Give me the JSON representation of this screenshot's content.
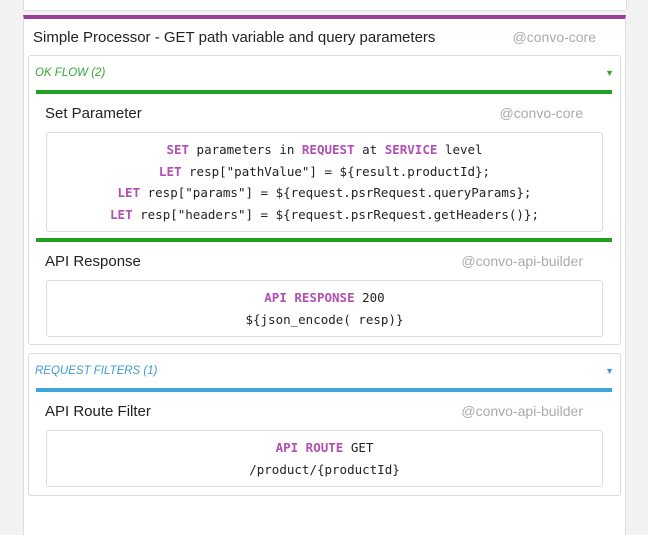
{
  "processor": {
    "title": "Simple Processor - GET path variable and query parameters",
    "owner": "@convo-core"
  },
  "ok_flow": {
    "label": "OK FLOW (2)",
    "steps": [
      {
        "title": "Set Parameter",
        "owner": "@convo-core",
        "code": [
          [
            {
              "kw": true,
              "t": "SET"
            },
            {
              "kw": false,
              "t": " parameters in "
            },
            {
              "kw": true,
              "t": "REQUEST"
            },
            {
              "kw": false,
              "t": " at "
            },
            {
              "kw": true,
              "t": "SERVICE"
            },
            {
              "kw": false,
              "t": " level"
            }
          ],
          [
            {
              "kw": true,
              "t": "LET"
            },
            {
              "kw": false,
              "t": " resp[\"pathValue\"] = ${result.productId};"
            }
          ],
          [
            {
              "kw": true,
              "t": "LET"
            },
            {
              "kw": false,
              "t": " resp[\"params\"] = ${request.psrRequest.queryParams};"
            }
          ],
          [
            {
              "kw": true,
              "t": "LET"
            },
            {
              "kw": false,
              "t": " resp[\"headers\"] = ${request.psrRequest.getHeaders()};"
            }
          ]
        ]
      },
      {
        "title": "API Response",
        "owner": "@convo-api-builder",
        "code": [
          [
            {
              "kw": true,
              "t": "API RESPONSE"
            },
            {
              "kw": false,
              "t": " 200"
            }
          ],
          [
            {
              "kw": false,
              "t": "${json_encode( resp)}"
            }
          ]
        ]
      }
    ]
  },
  "request_filters": {
    "label": "REQUEST FILTERS (1)",
    "steps": [
      {
        "title": "API Route Filter",
        "owner": "@convo-api-builder",
        "code": [
          [
            {
              "kw": true,
              "t": "API ROUTE"
            },
            {
              "kw": false,
              "t": " GET"
            }
          ],
          [
            {
              "kw": false,
              "t": "/product/{productId}"
            }
          ]
        ]
      }
    ]
  },
  "icons": {
    "collapse": "caret-down-icon"
  },
  "colors": {
    "processor": "#9b3d97",
    "ok": "#22a022",
    "filters": "#41a5dd",
    "keyword": "#b24fb3"
  }
}
